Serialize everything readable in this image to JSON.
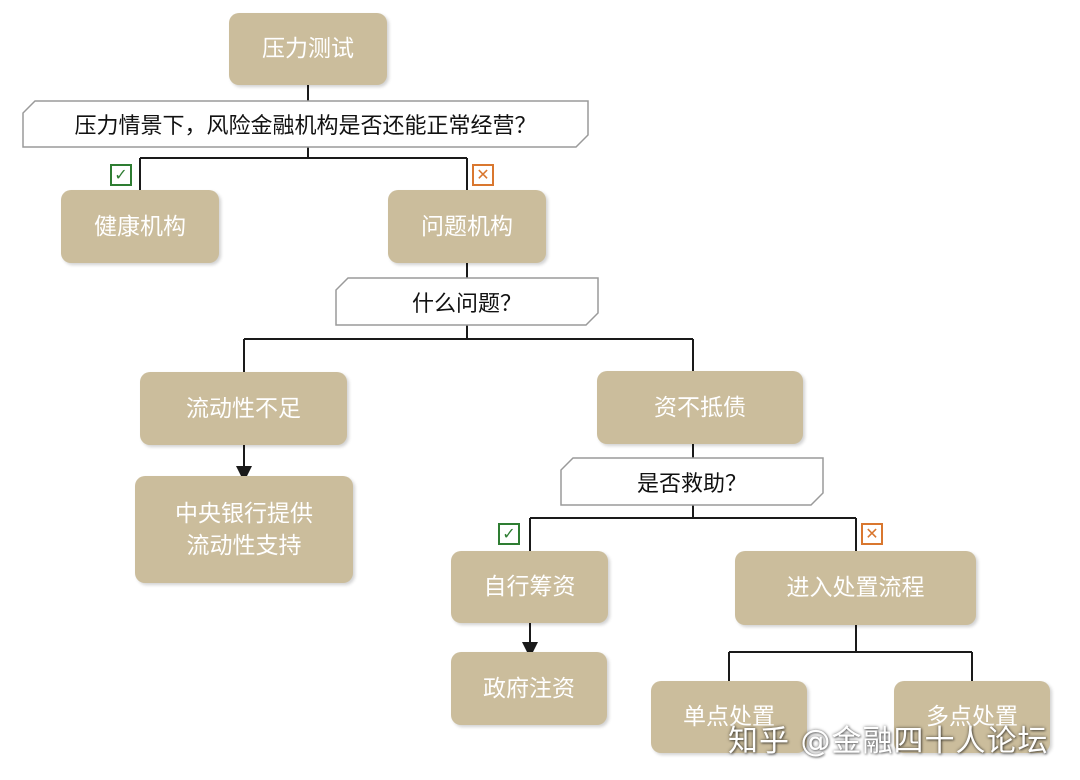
{
  "nodes": {
    "stress_test": "压力测试",
    "q_survive": "压力情景下，风险金融机构是否还能正常经营？",
    "healthy": "健康机构",
    "problem": "问题机构",
    "q_what": "什么问题？",
    "liquidity": "流动性不足",
    "insolvent": "资不抵债",
    "cb_line1": "中央银行提供",
    "cb_line2": "流动性支持",
    "q_rescue": "是否救助？",
    "self_fund": "自行筹资",
    "resolution": "进入处置流程",
    "gov_capital": "政府注资",
    "single_point": "单点处置",
    "multi_point": "多点处置"
  },
  "marks": {
    "yes": "✓",
    "no": "✕"
  },
  "watermark": "知乎 @金融四十人论坛",
  "colors": {
    "box": "#cbbd9c",
    "line": "#1a1a1a",
    "yes": "#2e7d32",
    "no": "#d9772f"
  }
}
